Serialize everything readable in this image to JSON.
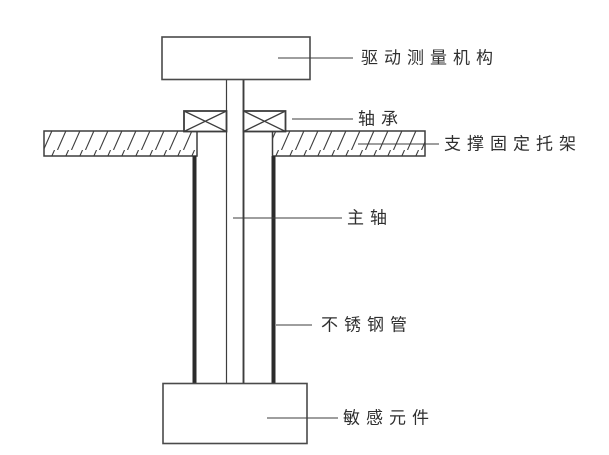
{
  "figure": {
    "type": "mechanical-assembly-diagram",
    "background_color": "#ffffff",
    "line_color": "#3d3d3d",
    "thick_wall_color": "#2b2b2b",
    "text_color": "#2f2f2f",
    "labels": {
      "drive_mechanism": "驱动测量机构",
      "bearing": "轴承",
      "support_bracket": "支撑固定托架",
      "main_shaft": "主轴",
      "steel_tube": "不锈钢管",
      "sensing_element": "敏感元件"
    }
  }
}
